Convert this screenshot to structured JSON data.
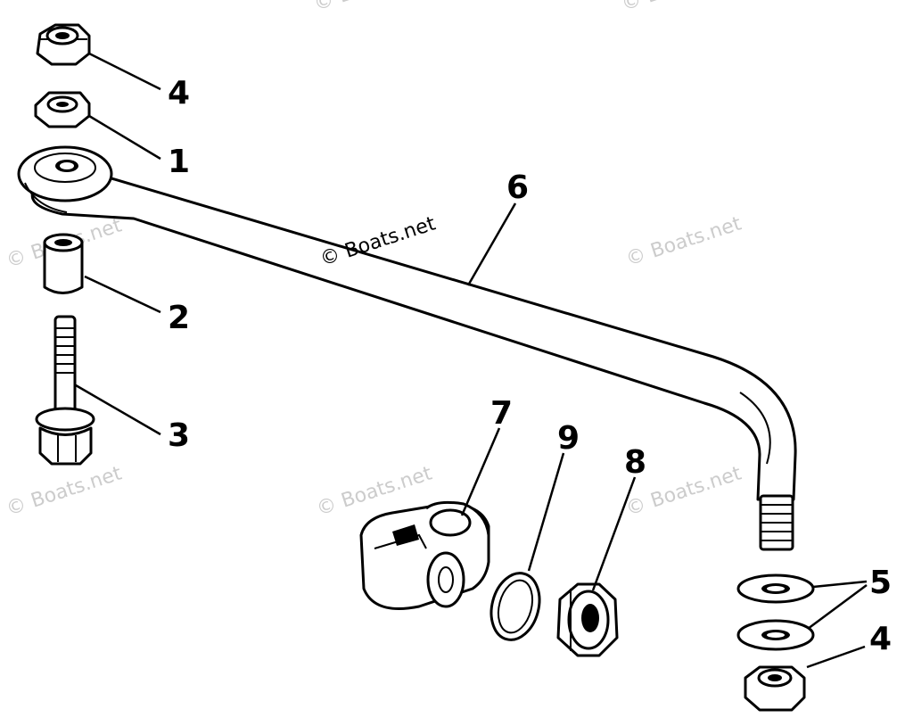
{
  "callouts": {
    "p4_top": "4",
    "p1": "1",
    "p2": "2",
    "p3": "3",
    "p6": "6",
    "p7": "7",
    "p9": "9",
    "p8": "8",
    "p5": "5",
    "p4_bottom": "4"
  },
  "watermarks": {
    "main": "© Boats.net",
    "faint": "© Boats.net"
  }
}
